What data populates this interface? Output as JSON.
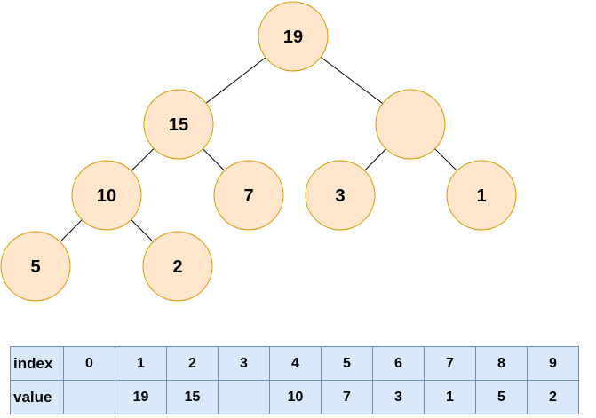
{
  "tree": {
    "nodes": [
      {
        "id": "n1",
        "value": "19"
      },
      {
        "id": "n2",
        "value": "15"
      },
      {
        "id": "n3",
        "value": ""
      },
      {
        "id": "n4",
        "value": "10"
      },
      {
        "id": "n5",
        "value": "7"
      },
      {
        "id": "n6",
        "value": "3"
      },
      {
        "id": "n7",
        "value": "1"
      },
      {
        "id": "n8",
        "value": "5"
      },
      {
        "id": "n9",
        "value": "2"
      }
    ],
    "edges": [
      [
        "n1",
        "n2"
      ],
      [
        "n1",
        "n3"
      ],
      [
        "n2",
        "n4"
      ],
      [
        "n2",
        "n5"
      ],
      [
        "n3",
        "n6"
      ],
      [
        "n3",
        "n7"
      ],
      [
        "n4",
        "n8"
      ],
      [
        "n4",
        "n9"
      ]
    ]
  },
  "array": {
    "index_label": "index",
    "value_label": "value",
    "indices": [
      "0",
      "1",
      "2",
      "3",
      "4",
      "5",
      "6",
      "7",
      "8",
      "9"
    ],
    "values": [
      "",
      "19",
      "15",
      "",
      "10",
      "7",
      "3",
      "1",
      "5",
      "2"
    ]
  },
  "colors": {
    "node_fill": "#ffe6cc",
    "node_stroke": "#d79b00",
    "cell_fill": "#dae8fc",
    "cell_stroke": "#6c8ebf"
  }
}
